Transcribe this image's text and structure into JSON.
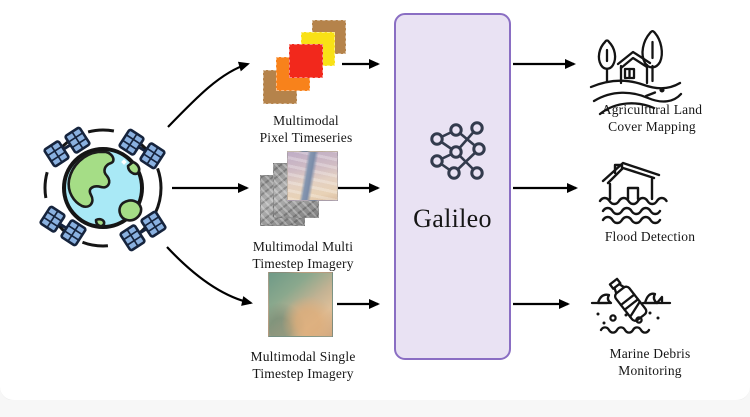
{
  "model": {
    "name": "Galileo"
  },
  "inputs": [
    {
      "id": "pixel-timeseries",
      "label": "Multimodal\nPixel Timeseries",
      "icon": "stacked-color-pixel-tiles-icon"
    },
    {
      "id": "multi-timestep",
      "label": "Multimodal Multi\nTimestep Imagery",
      "icon": "stacked-satellite-images-icon"
    },
    {
      "id": "single-timestep",
      "label": "Multimodal Single\nTimestep Imagery",
      "icon": "single-satellite-image-icon"
    }
  ],
  "outputs": [
    {
      "id": "agricultural-mapping",
      "label": "Agricultural Land\nCover Mapping",
      "icon": "farm-field-icon"
    },
    {
      "id": "flood-detection",
      "label": "Flood Detection",
      "icon": "flooded-house-icon"
    },
    {
      "id": "marine-debris",
      "label": "Marine Debris\nMonitoring",
      "icon": "bottle-in-water-icon"
    }
  ],
  "source": {
    "icon": "earth-with-satellites-icon"
  },
  "model_icon": "neural-network-icon",
  "palette": {
    "arrow": "#000000",
    "box_fill": "#e9e2f3",
    "box_border": "#8a6ec3",
    "tile_brown": "#b5834b",
    "tile_orange": "#f8821b",
    "tile_red": "#f2281c",
    "tile_yellow": "#f9e116",
    "earth_water": "#a9e9f6",
    "earth_land": "#a5dd86",
    "satellite_panel": "#8ab1e0",
    "network_icon": "#333b4d",
    "line_art": "#141414",
    "footer_bg": "#f7f7f7"
  }
}
